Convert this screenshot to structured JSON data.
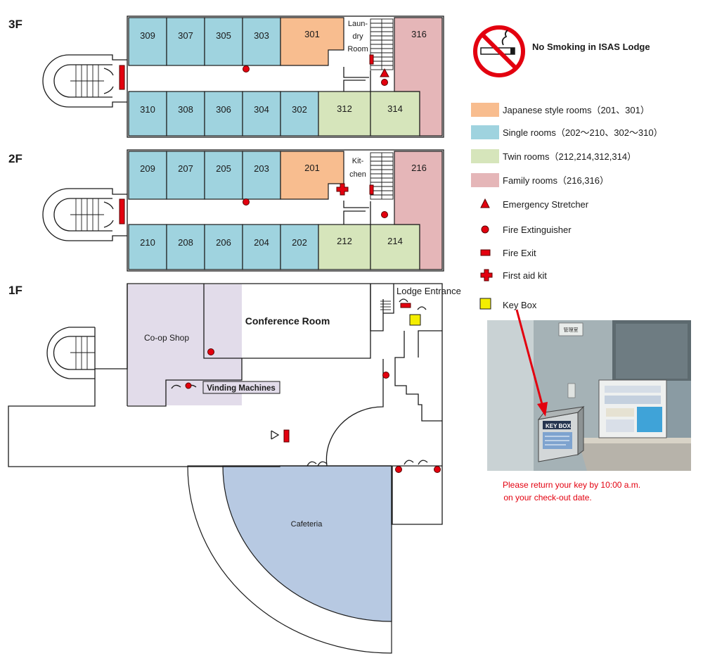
{
  "floors": {
    "f3": {
      "label": "3F",
      "rooms_top": [
        "309",
        "307",
        "305",
        "303",
        "301"
      ],
      "rooms_bottom": [
        "310",
        "308",
        "306",
        "304",
        "302",
        "312",
        "314"
      ],
      "family_room": "316",
      "service_room": [
        "Laun-",
        "dry",
        "Room"
      ]
    },
    "f2": {
      "label": "2F",
      "rooms_top": [
        "209",
        "207",
        "205",
        "203",
        "201"
      ],
      "rooms_bottom": [
        "210",
        "208",
        "206",
        "204",
        "202",
        "212",
        "214"
      ],
      "family_room": "216",
      "service_room": [
        "Kit-",
        "chen"
      ]
    },
    "f1": {
      "label": "1F",
      "coop_shop": "Co-op Shop",
      "conference_room": "Conference Room",
      "vending": "Vinding Machines",
      "cafeteria": "Cafeteria",
      "entrance": "Lodge Entrance"
    }
  },
  "no_smoking": "No Smoking in ISAS Lodge",
  "legend": {
    "room_types": [
      {
        "label": "Japanese style rooms（201、301）",
        "color": "#f8bd8f"
      },
      {
        "label": "Single rooms（202～210、302～310）",
        "color": "#9fd3df"
      },
      {
        "label": "Twin rooms（212,214,312,314）",
        "color": "#d6e5bb"
      },
      {
        "label": "Family rooms（216,316）",
        "color": "#e5b6b8"
      }
    ],
    "symbols": [
      {
        "label": "Emergency Stretcher",
        "icon": "triangle-icon"
      },
      {
        "label": "Fire Extinguisher",
        "icon": "circle-icon"
      },
      {
        "label": "Fire Exit",
        "icon": "rectangle-icon"
      },
      {
        "label": "First aid kit",
        "icon": "cross-icon"
      },
      {
        "label": "Key Box",
        "icon": "yellow-square-icon"
      }
    ]
  },
  "photo": {
    "box_label": "KEY BOX",
    "sign": "管理室"
  },
  "notice": [
    "Please return your key by 10:00 a.m.",
    " on your check-out date."
  ],
  "colors": {
    "japanese": "#f8bd8f",
    "single": "#9fd3df",
    "twin": "#d6e5bb",
    "family": "#e5b6b8",
    "coop": "#e2dcea",
    "cafeteria": "#b7c9e2",
    "marker": "#e3000f",
    "keybox": "#f4ee00",
    "notice": "#e3000f"
  }
}
